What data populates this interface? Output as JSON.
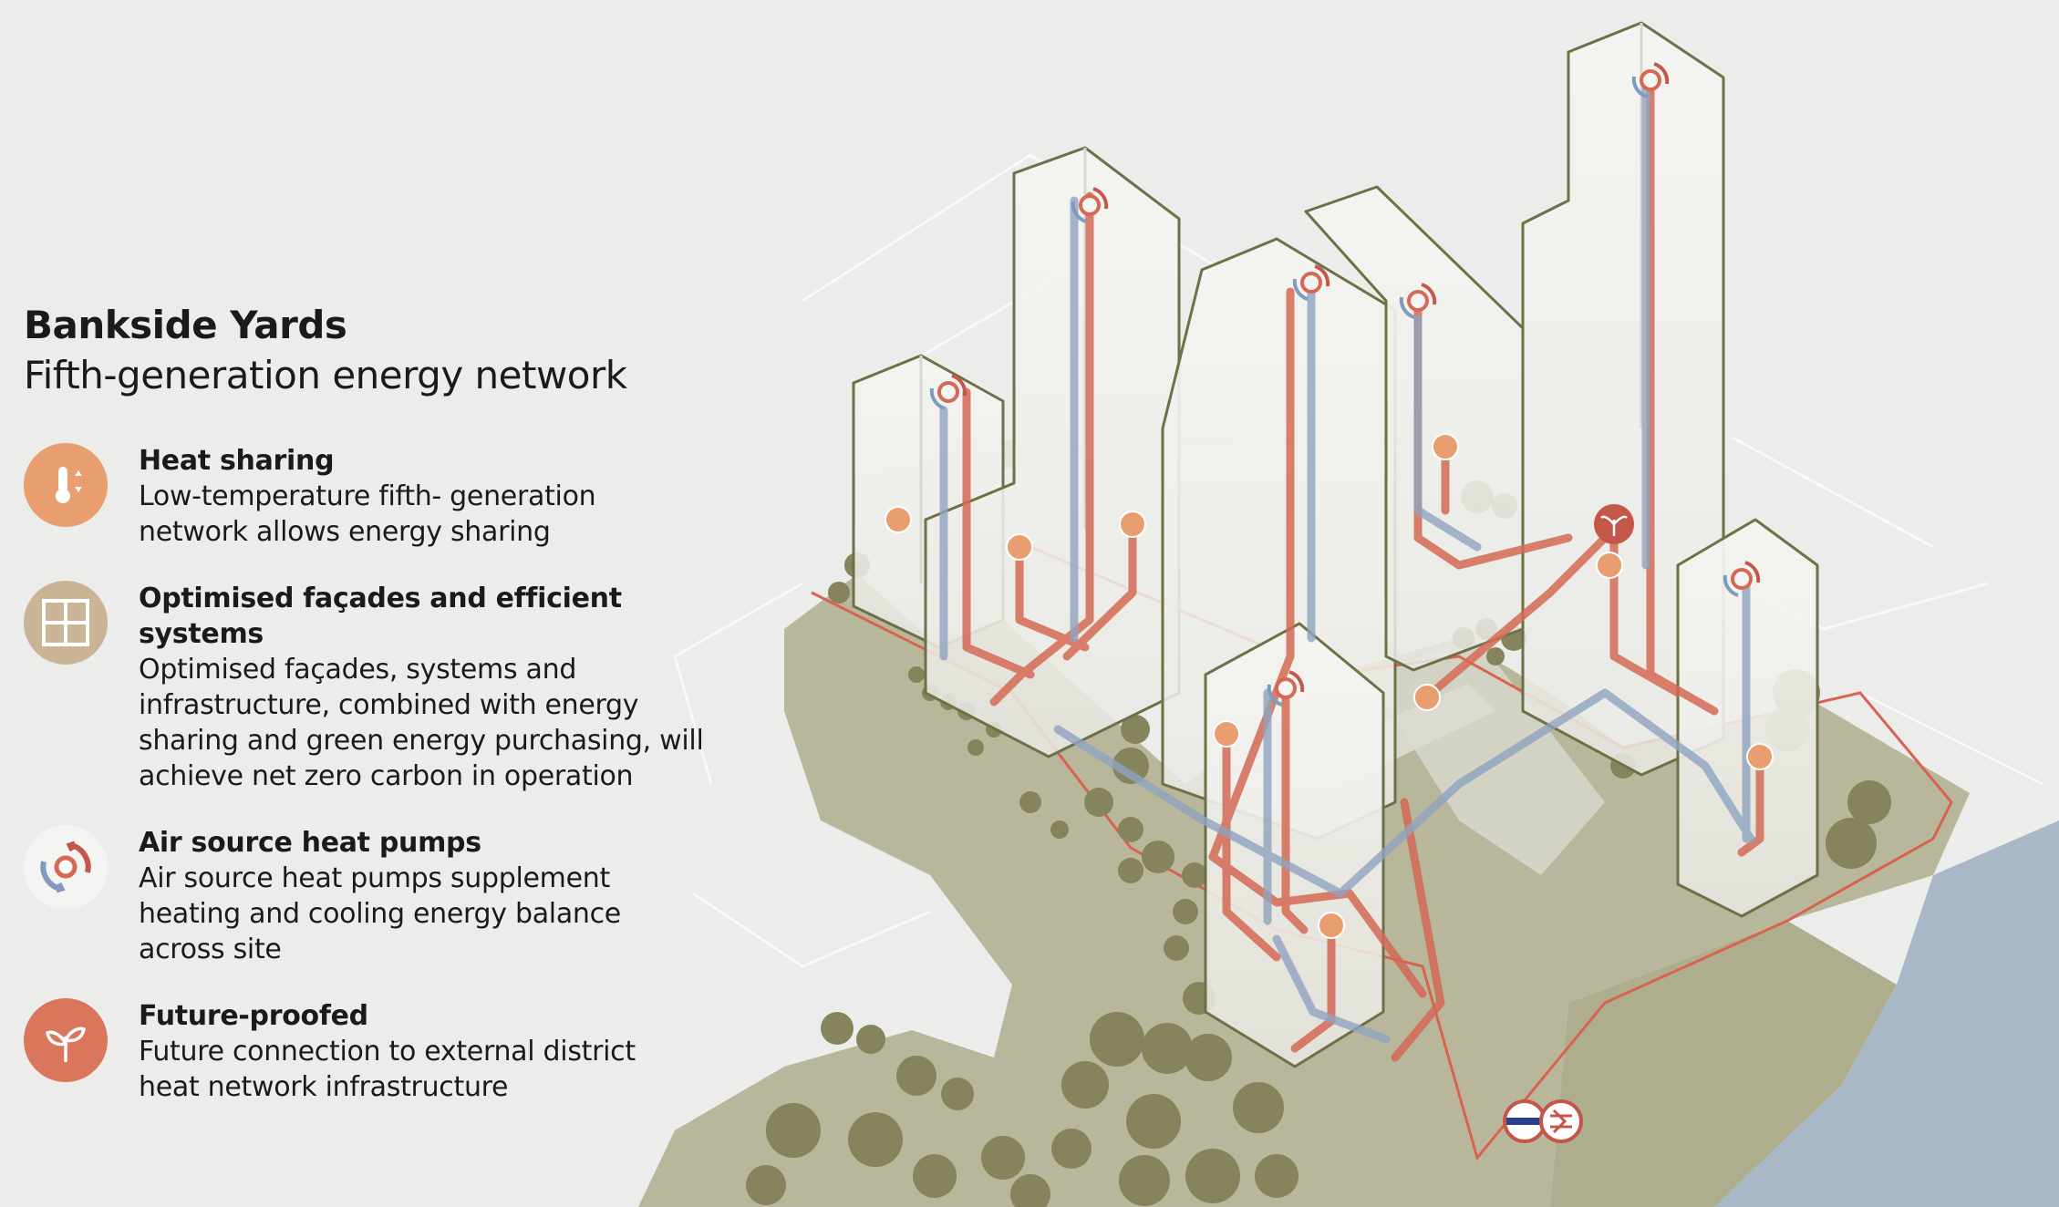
{
  "title": "Bankside Yards",
  "subtitle": "Fifth-generation energy network",
  "colors": {
    "background": "#ececea",
    "building_fill": "#f1f1ee",
    "building_stroke": "#6e7046",
    "ground": "#b8b79c",
    "tree": "#85845d",
    "heat_pipe": "#d46a55",
    "cool_pipe": "#8fa4c0",
    "water": "#a9b8c6",
    "site_boundary": "#d9634f"
  },
  "legend": [
    {
      "icon": "thermometer-icon",
      "icon_color": "#e89e6f",
      "title": "Heat sharing",
      "description": "Low-temperature fifth- generation\nnetwork allows energy sharing"
    },
    {
      "icon": "window-grid-icon",
      "icon_color": "#cbb496",
      "title": "Optimised façades and efficient systems",
      "description": "Optimised façades, systems and\ninfrastructure, combined with energy\nsharing and green energy purchasing, will\nachieve net zero carbon in operation"
    },
    {
      "icon": "air-source-heat-pump-icon",
      "icon_color": "#f4f4f2",
      "title": "Air source heat pumps",
      "description": "Air source heat pumps supplement\nheating and cooling energy balance\nacross site"
    },
    {
      "icon": "plant-sprout-icon",
      "icon_color": "#d9765c",
      "title": "Future-proofed",
      "description": "Future connection to external district\nheat network infrastructure"
    }
  ]
}
